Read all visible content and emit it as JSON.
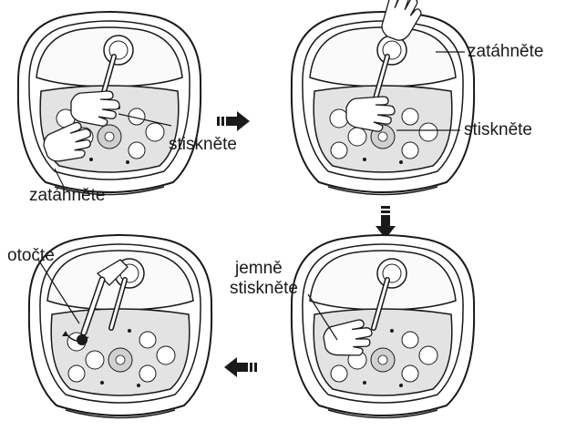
{
  "labels": {
    "step1_pull": "zatáhněte",
    "step1_press": "stiskněte",
    "step2_pull": "zatáhněte",
    "step2_press": "stiskněte",
    "step3_gently": "jemně",
    "step3_press": "stiskněte",
    "step4_rotate": "otočte"
  },
  "icons": {
    "arrow_right": "arrow-right-icon",
    "arrow_down": "arrow-down-icon",
    "arrow_left": "arrow-left-icon"
  },
  "colors": {
    "line": "#1a1a1a",
    "shade": "#cfcfcf",
    "background": "#ffffff"
  }
}
